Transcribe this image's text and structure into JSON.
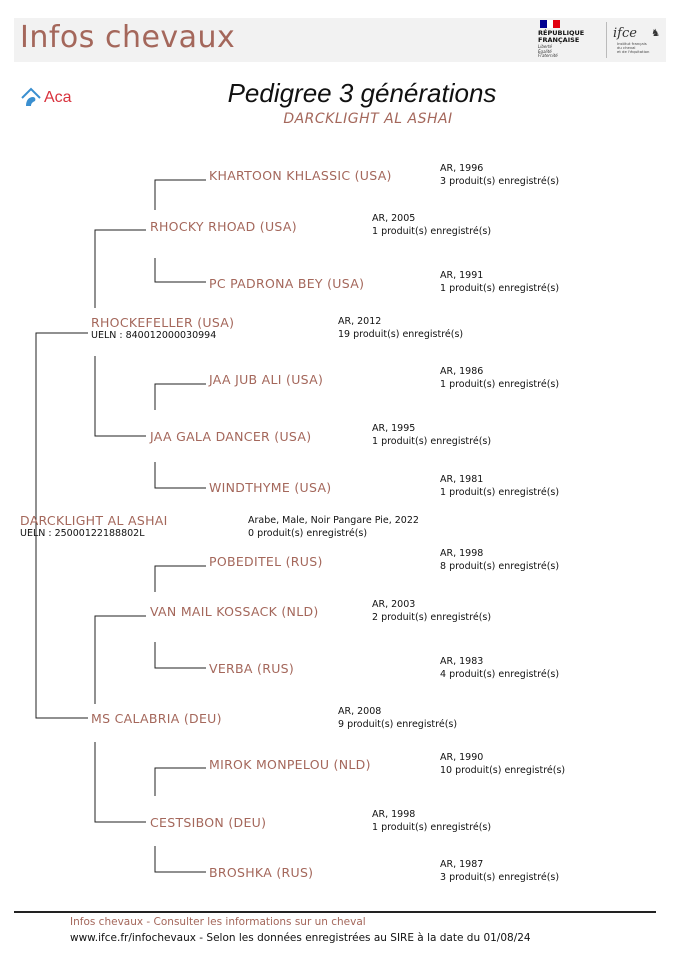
{
  "header": {
    "title": "Infos chevaux",
    "rf_name_1": "RÉPUBLIQUE",
    "rf_name_2": "FRANÇAISE",
    "rf_motto_1": "Liberté",
    "rf_motto_2": "Égalité",
    "rf_motto_3": "Fraternité",
    "ifce_logo": "ifce",
    "ifce_sub_1": "Institut français",
    "ifce_sub_2": "du cheval",
    "ifce_sub_3": "et de l'équitation",
    "flag_colors": [
      "#000091",
      "#ffffff",
      "#e1000f"
    ]
  },
  "aca_logo": "Aca",
  "page": {
    "title": "Pedigree 3 générations",
    "subject": "DARCKLIGHT AL ASHAI"
  },
  "horses": {
    "g0": {
      "name": "DARCKLIGHT AL ASHAI",
      "ueln": "UELN : 25000122188802L",
      "info1": "Arabe, Male, Noir Pangare Pie, 2022",
      "info2": "0 produit(s) enregistré(s)"
    },
    "sire": {
      "name": "RHOCKEFELLER (USA)",
      "ueln": "UELN : 840012000030994",
      "info1": "AR, 2012",
      "info2": "19 produit(s) enregistré(s)"
    },
    "dam": {
      "name": "MS CALABRIA (DEU)",
      "info1": "AR, 2008",
      "info2": "9 produit(s) enregistré(s)"
    },
    "ss": {
      "name": "RHOCKY RHOAD (USA)",
      "info1": "AR, 2005",
      "info2": "1 produit(s) enregistré(s)"
    },
    "sd": {
      "name": "JAA GALA DANCER (USA)",
      "info1": "AR, 1995",
      "info2": "1 produit(s) enregistré(s)"
    },
    "ds": {
      "name": "VAN MAIL KOSSACK (NLD)",
      "info1": "AR, 2003",
      "info2": "2 produit(s) enregistré(s)"
    },
    "dd": {
      "name": "CESTSIBON (DEU)",
      "info1": "AR, 1998",
      "info2": "1 produit(s) enregistré(s)"
    },
    "sss": {
      "name": "KHARTOON KHLASSIC (USA)",
      "info1": "AR, 1996",
      "info2": "3 produit(s) enregistré(s)"
    },
    "ssd": {
      "name": "PC PADRONA BEY (USA)",
      "info1": "AR, 1991",
      "info2": "1 produit(s) enregistré(s)"
    },
    "sds": {
      "name": "JAA JUB ALI (USA)",
      "info1": "AR, 1986",
      "info2": "1 produit(s) enregistré(s)"
    },
    "sdd": {
      "name": "WINDTHYME (USA)",
      "info1": "AR, 1981",
      "info2": "1 produit(s) enregistré(s)"
    },
    "dss": {
      "name": "POBEDITEL (RUS)",
      "info1": "AR, 1998",
      "info2": "8 produit(s) enregistré(s)"
    },
    "dsd": {
      "name": "VERBA (RUS)",
      "info1": "AR, 1983",
      "info2": "4 produit(s) enregistré(s)"
    },
    "dds": {
      "name": "MIROK MONPELOU (NLD)",
      "info1": "AR, 1990",
      "info2": "10 produit(s) enregistré(s)"
    },
    "ddd": {
      "name": "BROSHKA (RUS)",
      "info1": "AR, 1987",
      "info2": "3 produit(s) enregistré(s)"
    }
  },
  "footer": {
    "line1": "Infos chevaux - Consulter les informations sur un cheval",
    "line2": "www.ifce.fr/infochevaux - Selon les données enregistrées au SIRE à la date du 01/08/24"
  }
}
